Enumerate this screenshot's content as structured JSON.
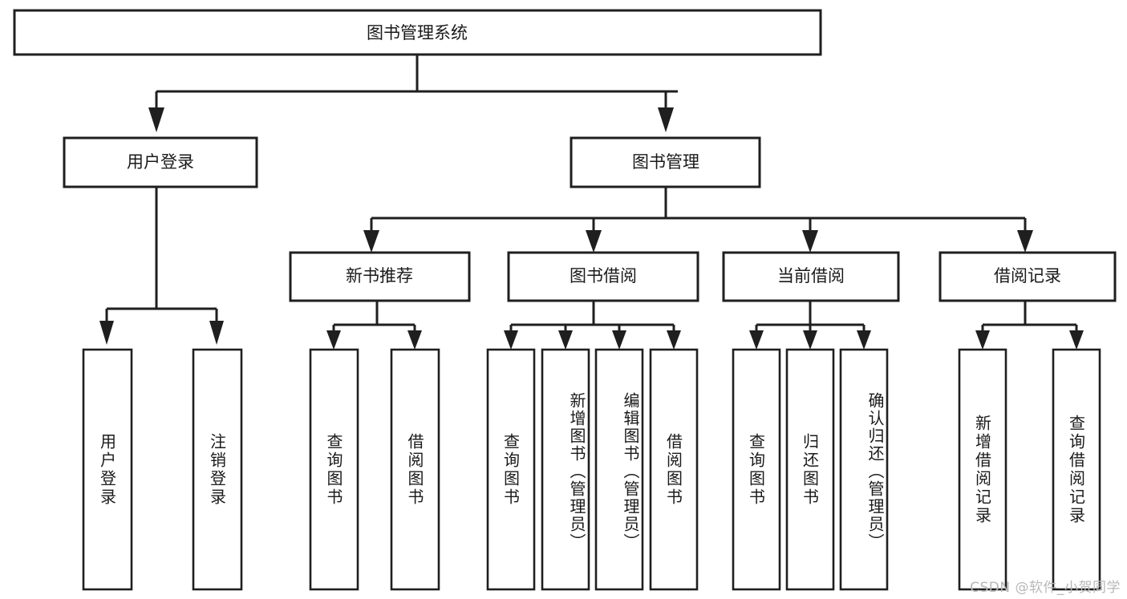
{
  "diagram": {
    "title": "图书管理系统",
    "type": "tree-hierarchy-diagram",
    "watermark": "CSDN @软件_小贺同学",
    "colors": {
      "background": "#ffffff",
      "box_stroke": "#1f1f1f",
      "box_fill": "#ffffff",
      "text": "#1a1a1a",
      "watermark": "#b8b8b8"
    },
    "root": {
      "label": "图书管理系统"
    },
    "level2": [
      {
        "label": "用户登录"
      },
      {
        "label": "图书管理"
      }
    ],
    "level3": [
      {
        "label": "新书推荐"
      },
      {
        "label": "图书借阅"
      },
      {
        "label": "当前借阅"
      },
      {
        "label": "借阅记录"
      }
    ],
    "leaves": {
      "user_login": [
        {
          "label": "用户登录"
        },
        {
          "label": "注销登录"
        }
      ],
      "new_book_recommend": [
        {
          "label": "查询图书"
        },
        {
          "label": "借阅图书"
        }
      ],
      "book_borrow": [
        {
          "label": "查询图书"
        },
        {
          "label": "新增图书（管理员）"
        },
        {
          "label": "编辑图书（管理员）"
        },
        {
          "label": "借阅图书"
        }
      ],
      "current_borrow": [
        {
          "label": "查询图书"
        },
        {
          "label": "归还图书"
        },
        {
          "label": "确认归还（管理员）"
        }
      ],
      "borrow_record": [
        {
          "label": "新增借阅记录"
        },
        {
          "label": "查询借阅记录"
        }
      ]
    }
  }
}
